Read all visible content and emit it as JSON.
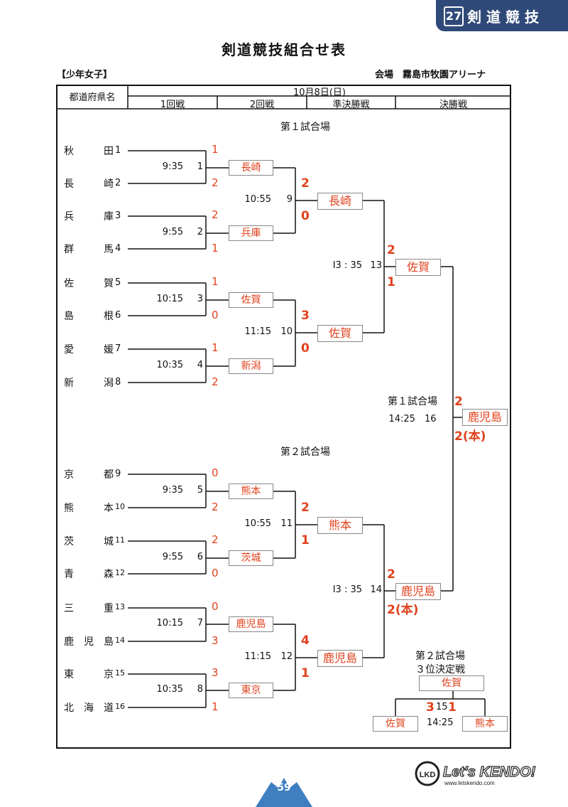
{
  "badge": {
    "number": "27",
    "text": "剣道競技"
  },
  "title": "剣道競技組合せ表",
  "category": "【少年女子】",
  "venue": "会場　霧島市牧園アリーナ",
  "header": {
    "pref_label": "都道府県名",
    "date": "10月8日(日)",
    "round1": "1回戦",
    "round2": "2回戦",
    "semi": "準決勝戦",
    "final": "決勝戦"
  },
  "sections": {
    "court1": "第１試合場",
    "court2": "第２試合場",
    "final_court": "第１試合場",
    "final_time": "14:25　16",
    "third_court": "第２試合場",
    "third_title": "３位決定戦"
  },
  "teams": [
    {
      "name": "秋田",
      "seed": "1"
    },
    {
      "name": "長崎",
      "seed": "2"
    },
    {
      "name": "兵庫",
      "seed": "3"
    },
    {
      "name": "群馬",
      "seed": "4"
    },
    {
      "name": "佐賀",
      "seed": "5"
    },
    {
      "name": "島根",
      "seed": "6"
    },
    {
      "name": "愛媛",
      "seed": "7"
    },
    {
      "name": "新潟",
      "seed": "8"
    },
    {
      "name": "京都",
      "seed": "9"
    },
    {
      "name": "熊本",
      "seed": "10"
    },
    {
      "name": "茨城",
      "seed": "11"
    },
    {
      "name": "青森",
      "seed": "12"
    },
    {
      "name": "三重",
      "seed": "13"
    },
    {
      "name": "鹿児島",
      "seed": "14"
    },
    {
      "name": "東京",
      "seed": "15"
    },
    {
      "name": "北海道",
      "seed": "16"
    }
  ],
  "round1": [
    {
      "time": "9:35",
      "no": "1",
      "s1": "1",
      "s2": "2",
      "winner": "長崎"
    },
    {
      "time": "9:55",
      "no": "2",
      "s1": "2",
      "s2": "1",
      "winner": "兵庫"
    },
    {
      "time": "10:15",
      "no": "3",
      "s1": "1",
      "s2": "0",
      "winner": "佐賀"
    },
    {
      "time": "10:35",
      "no": "4",
      "s1": "1",
      "s2": "2",
      "winner": "新潟"
    },
    {
      "time": "9:35",
      "no": "5",
      "s1": "0",
      "s2": "2",
      "winner": "熊本"
    },
    {
      "time": "9:55",
      "no": "6",
      "s1": "2",
      "s2": "0",
      "winner": "茨城"
    },
    {
      "time": "10:15",
      "no": "7",
      "s1": "0",
      "s2": "3",
      "winner": "鹿児島"
    },
    {
      "time": "10:35",
      "no": "8",
      "s1": "3",
      "s2": "1",
      "winner": "東京"
    }
  ],
  "round2": [
    {
      "time": "10:55",
      "no": "9",
      "s1": "2",
      "s2": "0",
      "winner": "長崎"
    },
    {
      "time": "11:15",
      "no": "10",
      "s1": "3",
      "s2": "0",
      "winner": "佐賀"
    },
    {
      "time": "10:55",
      "no": "11",
      "s1": "2",
      "s2": "1",
      "winner": "熊本"
    },
    {
      "time": "11:15",
      "no": "12",
      "s1": "4",
      "s2": "1",
      "winner": "鹿児島"
    }
  ],
  "semis": [
    {
      "time": "I3 : 35",
      "no": "13",
      "s1": "2",
      "s2": "1",
      "winner": "佐賀"
    },
    {
      "time": "I3 : 35",
      "no": "14",
      "s1": "2",
      "s2": "2(本)",
      "winner": "鹿児島"
    }
  ],
  "final": {
    "s1": "2",
    "s2": "2(本)",
    "winner": "鹿児島"
  },
  "third": {
    "winner": "佐賀",
    "left": "佐賀",
    "right": "熊本",
    "s1": "3",
    "no": "15",
    "s2": "1",
    "time": "14:25"
  },
  "page_number": "59",
  "logo_text": "Let's KENDO!",
  "logo_url": "www.letskendo.com"
}
